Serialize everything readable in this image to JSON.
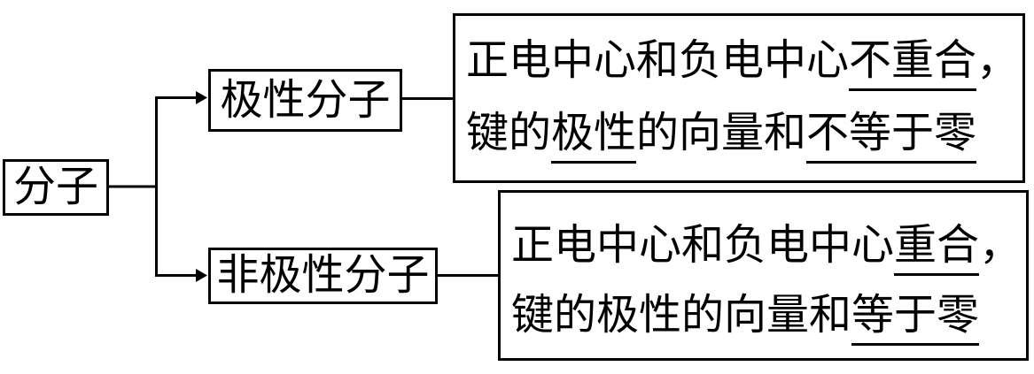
{
  "diagram": {
    "type": "flowchart",
    "direction": "left-to-right",
    "colors": {
      "background": "#ffffff",
      "line": "#000000",
      "text": "#000000",
      "box_border": "#000000"
    },
    "root": {
      "label": "分子"
    },
    "branches": [
      {
        "label": "极性分子",
        "description": [
          [
            {
              "t": "正电中心和负电中心"
            },
            {
              "t": "不重合",
              "u": true
            },
            {
              "t": "，"
            }
          ],
          [
            {
              "t": "键的"
            },
            {
              "t": "极性",
              "u": true
            },
            {
              "t": "的向量和"
            },
            {
              "t": "不等于零",
              "u": true
            }
          ]
        ]
      },
      {
        "label": "非极性分子",
        "description": [
          [
            {
              "t": "正电中心和负电中心"
            },
            {
              "t": "重合",
              "u": true
            },
            {
              "t": "，"
            }
          ],
          [
            {
              "t": "键的极性的向量和"
            },
            {
              "t": "等于零",
              "u": true
            }
          ]
        ]
      }
    ]
  }
}
